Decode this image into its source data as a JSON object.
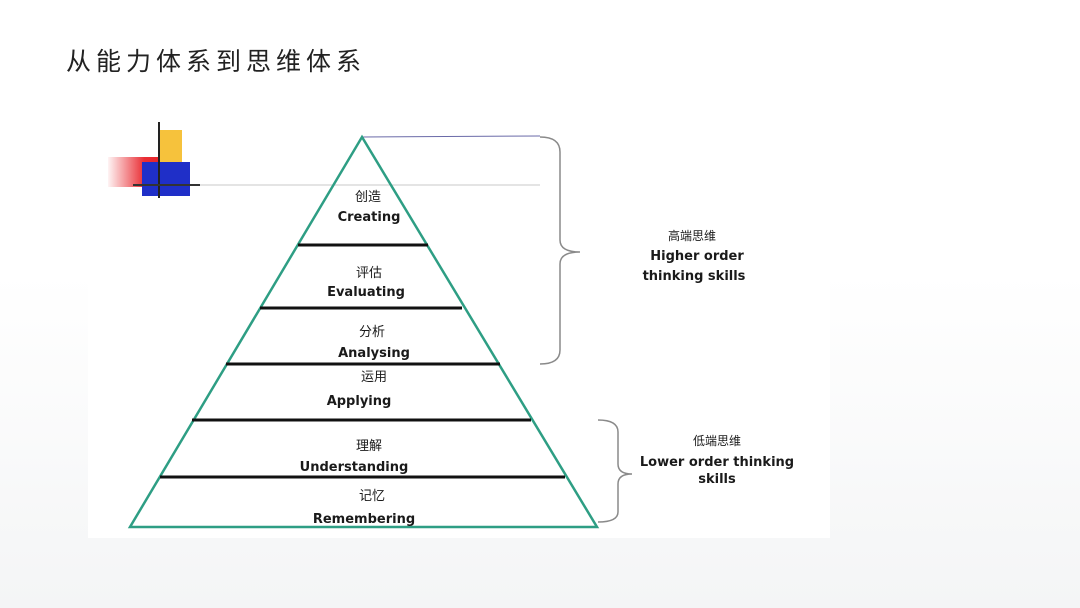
{
  "slide": {
    "title": "从能力体系到思维体系"
  },
  "diagram": {
    "levels": [
      {
        "cn": "创造",
        "en": "Creating"
      },
      {
        "cn": "评估",
        "en": "Evaluating"
      },
      {
        "cn": "分析",
        "en": "Analysing"
      },
      {
        "cn": "运用",
        "en": "Applying"
      },
      {
        "cn": "理解",
        "en": "Understanding"
      },
      {
        "cn": "记忆",
        "en": "Remembering"
      }
    ],
    "higher": {
      "cn": "高端思维",
      "en_line1": "Higher order",
      "en_line2": "thinking skills"
    },
    "lower": {
      "cn": "低端思维",
      "en_line1": "Lower order thinking",
      "en_line2": "skills"
    },
    "colors": {
      "outline": "#2e9e84",
      "divider": "#111111",
      "brace": "#8a8a8a",
      "deco_red": "#e8232a",
      "deco_yellow": "#f6c23c",
      "deco_blue": "#1f2fc8"
    }
  }
}
